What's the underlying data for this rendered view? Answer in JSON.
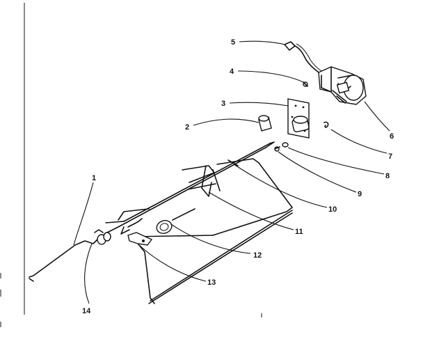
{
  "diagram": {
    "callouts": [
      {
        "number": "1"
      },
      {
        "number": "2"
      },
      {
        "number": "3"
      },
      {
        "number": "4"
      },
      {
        "number": "5"
      },
      {
        "number": "6"
      },
      {
        "number": "7"
      },
      {
        "number": "8"
      },
      {
        "number": "9"
      },
      {
        "number": "10"
      },
      {
        "number": "11"
      },
      {
        "number": "12"
      },
      {
        "number": "13"
      },
      {
        "number": "14"
      }
    ]
  }
}
